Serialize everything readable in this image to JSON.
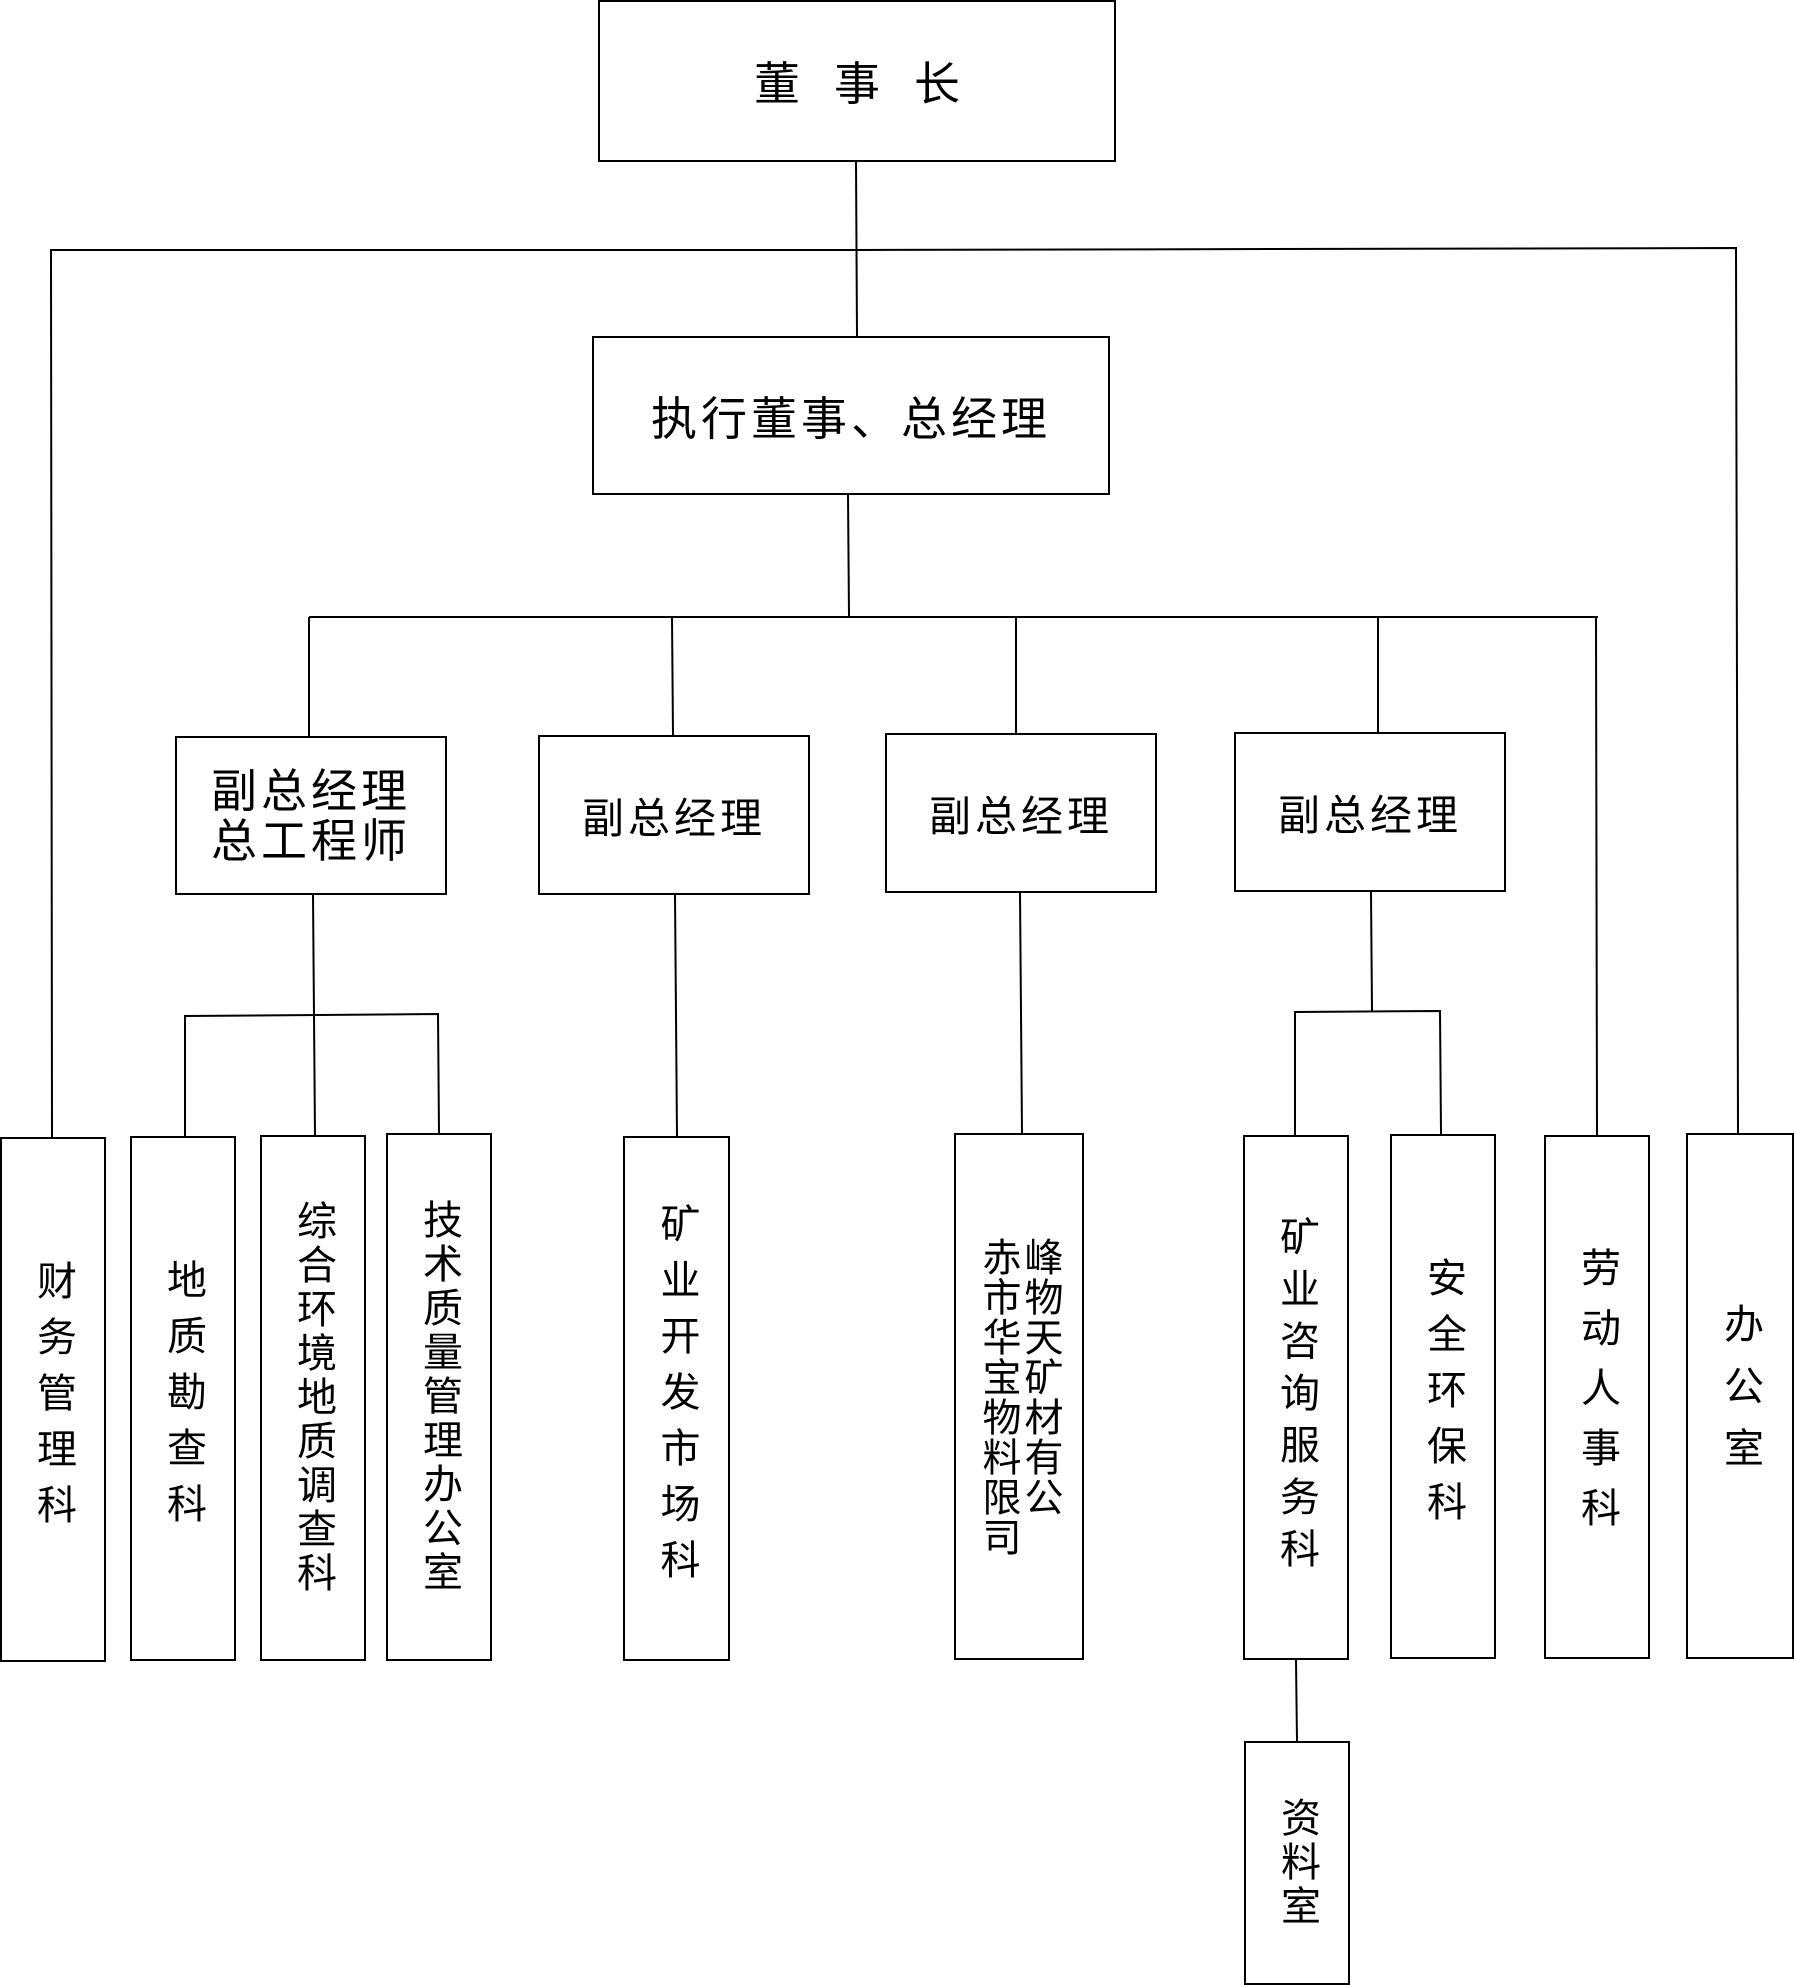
{
  "chairman": "董事长",
  "ceo": "执行董事、总经理",
  "vp1": [
    "副总经理",
    "总工程师"
  ],
  "vp2": "副总经理",
  "vp3": "副总经理",
  "vp4": "副总经理",
  "dept_finance": "财务管理科",
  "dept_geology": "地质勘查科",
  "dept_env": "综合环境地质调查科",
  "dept_tech": "技术质量管理办公室",
  "dept_mining_market": "矿业开发市场科",
  "dept_company": [
    "峰物天矿材有公",
    "赤市华宝物料限司"
  ],
  "dept_consulting": "矿业咨询服务科",
  "dept_safety": "安全环保科",
  "dept_hr": "劳动人事科",
  "dept_office": "办公室",
  "dept_archive": "资料室"
}
